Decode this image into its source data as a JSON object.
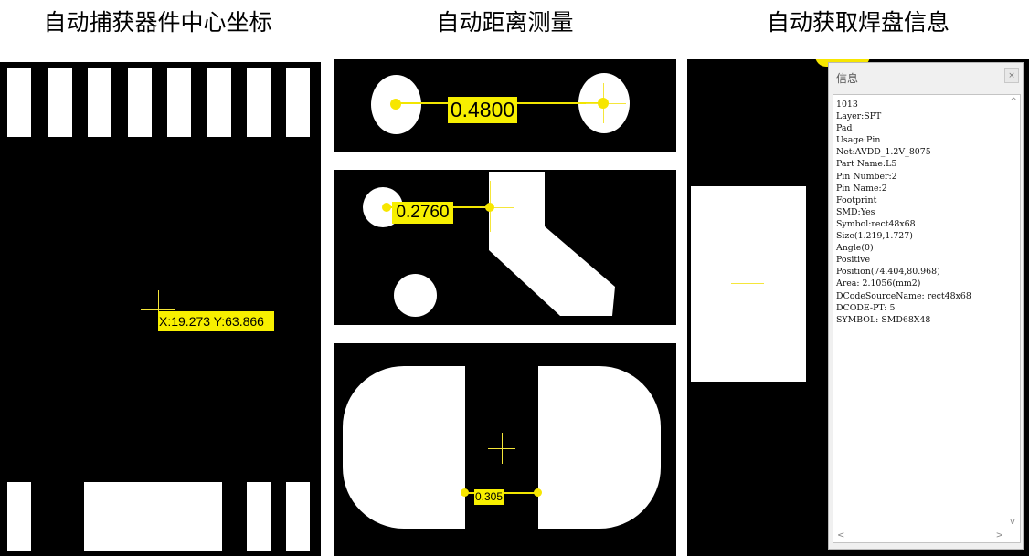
{
  "titles": {
    "capture_center": "自动捕获器件中心坐标",
    "distance_measure": "自动距离测量",
    "pad_info": "自动获取焊盘信息"
  },
  "panel1": {
    "coordinate_label": "X:19.273  Y:63.866"
  },
  "panel2": {
    "measure_top": "0.4800",
    "measure_middle": "0.2760",
    "measure_bottom": "0.305"
  },
  "info_window": {
    "title": "信息",
    "close_glyph": "×",
    "lines": [
      "1013",
      "Layer:SPT",
      "Pad",
      "Usage:Pin",
      "Net:AVDD_1.2V_8075",
      "Part Name:L5",
      "Pin Number:2",
      "Pin Name:2",
      "Footprint",
      "SMD:Yes",
      "Symbol:rect48x68",
      "Size(1.219,1.727)",
      "Angle(0)",
      "Positive",
      "Position(74.404,80.968)",
      "Area: 2.1056(mm2)",
      "DCodeSourceName: rect48x68",
      "DCODE-PT: 5",
      "SYMBOL: SMD68X48"
    ],
    "scroll_up": "^",
    "scroll_down": "v",
    "scroll_left": "<",
    "scroll_right": ">"
  },
  "colors": {
    "canvas": "#000000",
    "pad": "#ffffff",
    "highlight": "#f7ef00",
    "crosshair": "#f5e63a"
  }
}
